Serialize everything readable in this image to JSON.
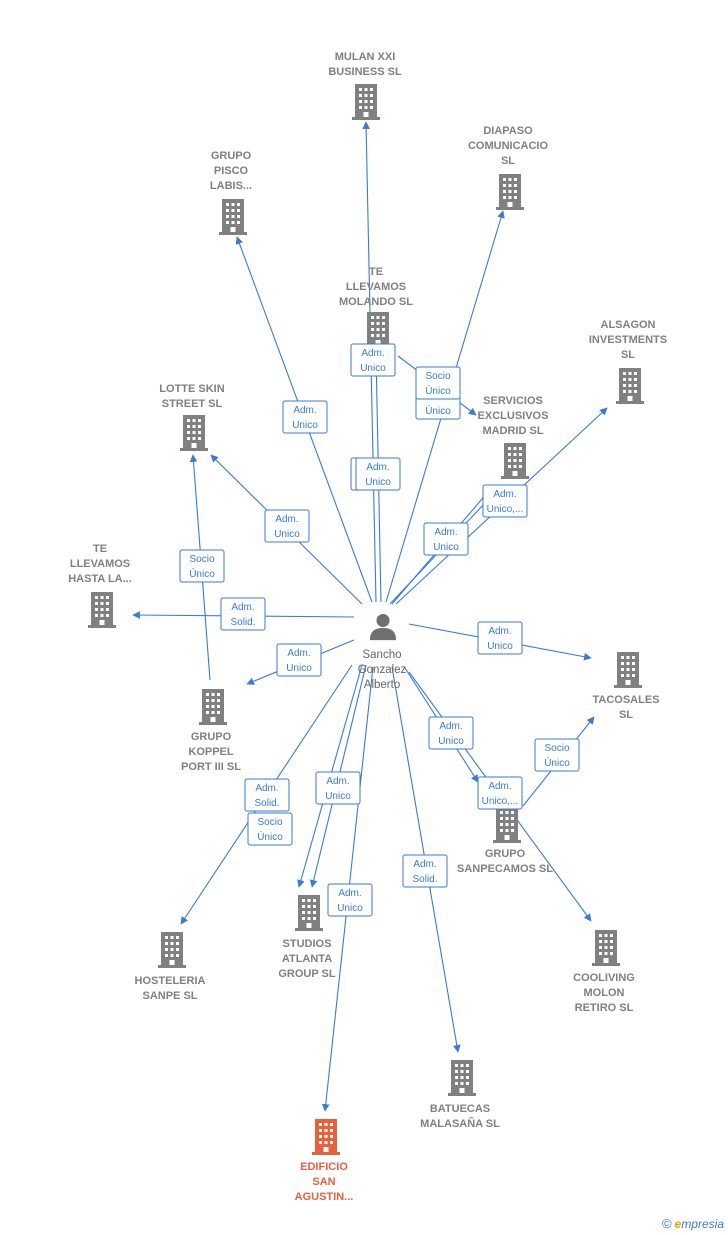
{
  "center": {
    "lines": [
      "Sancho",
      "Gonzalez",
      "Alberto"
    ],
    "icon": "person-icon"
  },
  "nodes": [
    {
      "id": "mulan",
      "lines": [
        "MULAN XXI",
        "BUSINESS  SL"
      ],
      "icon": "building-icon"
    },
    {
      "id": "diapaso",
      "lines": [
        "DIAPASO",
        "COMUNICACIO",
        "SL"
      ],
      "icon": "building-icon"
    },
    {
      "id": "pisco",
      "lines": [
        "GRUPO",
        "PISCO",
        "LABIS..."
      ],
      "icon": "building-icon"
    },
    {
      "id": "molando",
      "lines": [
        "TE",
        "LLEVAMOS",
        "MOLANDO  SL"
      ],
      "icon": "building-icon"
    },
    {
      "id": "alsagon",
      "lines": [
        "ALSAGON",
        "INVESTMENTS",
        "SL"
      ],
      "icon": "building-icon"
    },
    {
      "id": "lotte",
      "lines": [
        "LOTTE SKIN",
        "STREET  SL"
      ],
      "icon": "building-icon"
    },
    {
      "id": "servicios",
      "lines": [
        "SERVICIOS",
        "EXCLUSIVOS",
        "MADRID  SL"
      ],
      "icon": "building-icon"
    },
    {
      "id": "hasta",
      "lines": [
        "TE",
        "LLEVAMOS",
        "HASTA LA..."
      ],
      "icon": "building-icon"
    },
    {
      "id": "tacosales",
      "lines": [
        "TACOSALES",
        "SL"
      ],
      "icon": "building-icon"
    },
    {
      "id": "koppel",
      "lines": [
        "GRUPO",
        "KOPPEL",
        "PORT III  SL"
      ],
      "icon": "building-icon"
    },
    {
      "id": "sanpecamos",
      "lines": [
        "GRUPO",
        "SANPECAMOS SL"
      ],
      "icon": "building-icon"
    },
    {
      "id": "studios",
      "lines": [
        "STUDIOS",
        "ATLANTA",
        "GROUP  SL"
      ],
      "icon": "building-icon"
    },
    {
      "id": "hosteleria",
      "lines": [
        "HOSTELERIA",
        "SANPE  SL"
      ],
      "icon": "building-icon"
    },
    {
      "id": "cooliving",
      "lines": [
        "COOLIVING",
        "MOLON",
        "RETIRO  SL"
      ],
      "icon": "building-icon"
    },
    {
      "id": "batuecas",
      "lines": [
        "BATUECAS",
        "MALASAÑA  SL"
      ],
      "icon": "building-icon"
    },
    {
      "id": "edificio",
      "lines": [
        "EDIFICIO",
        "SAN",
        "AGUSTIN..."
      ],
      "icon": "building-icon",
      "highlight": true
    }
  ],
  "edges": [
    {
      "to": "mulan",
      "label": [
        "Adm.",
        "Unico"
      ]
    },
    {
      "to": "diapaso",
      "label": [
        "Socio",
        "Único"
      ]
    },
    {
      "to": "pisco",
      "label": [
        "Adm.",
        "Unico"
      ]
    },
    {
      "to": "molando",
      "label": [
        "Adm.",
        "Unico"
      ]
    },
    {
      "to": "molando",
      "label": [
        "Adm.",
        "Unico"
      ]
    },
    {
      "to": "servicios",
      "label": [
        "Socio",
        "Único"
      ]
    },
    {
      "to": "alsagon",
      "label": [
        "Adm.",
        "Unico,..."
      ]
    },
    {
      "to": "servicios",
      "label": [
        "Adm.",
        "Unico"
      ]
    },
    {
      "to": "lotte",
      "label": [
        "Adm.",
        "Unico"
      ]
    },
    {
      "to": "lotte",
      "label": [
        "Socio",
        "Único"
      ]
    },
    {
      "to": "hasta",
      "label": [
        "Adm.",
        "Solid."
      ]
    },
    {
      "to": "koppel",
      "label": [
        "Adm.",
        "Unico"
      ]
    },
    {
      "to": "tacosales",
      "label": [
        "Adm.",
        "Unico"
      ]
    },
    {
      "to": "sanpecamos",
      "label": [
        "Adm.",
        "Unico"
      ]
    },
    {
      "to": "tacosales",
      "label": [
        "Socio",
        "Único"
      ]
    },
    {
      "to": "cooliving",
      "label": [
        "Adm.",
        "Unico,..."
      ]
    },
    {
      "to": "hosteleria",
      "label": [
        "Adm.",
        "Solid."
      ]
    },
    {
      "to": "studios",
      "label": [
        "Socio",
        "Único"
      ]
    },
    {
      "to": "studios",
      "label": [
        "Adm.",
        "Unico"
      ]
    },
    {
      "to": "edificio",
      "label": [
        "Adm.",
        "Unico"
      ]
    },
    {
      "to": "batuecas",
      "label": [
        "Adm.",
        "Solid."
      ]
    }
  ],
  "colors": {
    "edge": "#3a7bd5",
    "building": "#808080",
    "highlight": "#e8603c",
    "person": "#707070"
  },
  "brand": {
    "copyright": "©",
    "initial": "e",
    "rest": "mpresia"
  }
}
